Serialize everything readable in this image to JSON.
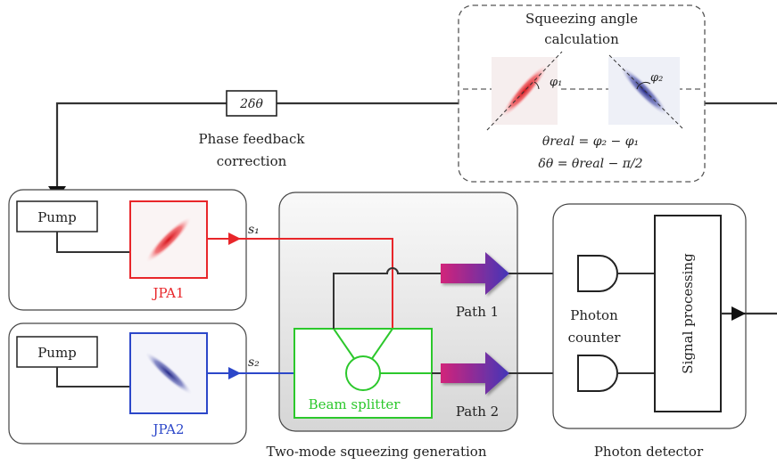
{
  "squeezing_panel": {
    "title_line1": "Squeezing angle",
    "title_line2": "calculation",
    "phi1": "φ₁",
    "phi2": "φ₂",
    "eq1": "θreal = φ₂ − φ₁",
    "eq2": "δθ = θreal − π/2"
  },
  "feedback": {
    "box_label": "2δθ",
    "caption_line1": "Phase feedback",
    "caption_line2": "correction"
  },
  "jpa1": {
    "pump_label": "Pump",
    "name": "JPA1",
    "signal": "s₁"
  },
  "jpa2": {
    "pump_label": "Pump",
    "name": "JPA2",
    "signal": "s₂"
  },
  "two_mode": {
    "beam_splitter_label": "Beam splitter",
    "path1_label": "Path 1",
    "path2_label": "Path 2",
    "caption": "Two-mode squeezing generation"
  },
  "detector": {
    "counter_line1": "Photon",
    "counter_line2": "counter",
    "signal_processing_label": "Signal processing",
    "caption": "Photon detector"
  },
  "colors": {
    "jpa1": "#e8262a",
    "jpa2": "#2c47c9",
    "beam_splitter": "#2cc82c",
    "wire": "#333333"
  }
}
